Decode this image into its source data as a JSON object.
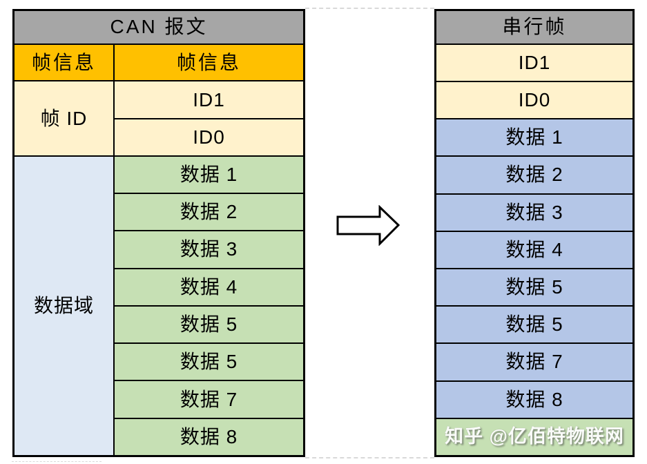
{
  "colors": {
    "header_gray": "#A6A6A6",
    "orange": "#FFC000",
    "cream": "#FFF2CC",
    "pale_blue": "#DEE8F4",
    "green": "#C6E0B4",
    "periwinkle": "#B4C6E7",
    "border_black": "#000000",
    "dashed_guide": "#D9D9D9"
  },
  "left_table": {
    "title": "CAN 报文",
    "col1_labels": {
      "frame_info": "帧信息",
      "frame_id": "帧 ID",
      "data_field": "数据域"
    },
    "rows": [
      "帧信息",
      "ID1",
      "ID0",
      "数据 1",
      "数据 2",
      "数据 3",
      "数据 4",
      "数据 5",
      "数据 5",
      "数据 7",
      "数据 8"
    ]
  },
  "right_table": {
    "title": "串行帧",
    "rows": [
      "ID1",
      "ID0",
      "数据 1",
      "数据 2",
      "数据 3",
      "数据 4",
      "数据 5",
      "数据 5",
      "数据 7",
      "数据 8"
    ]
  },
  "arrow": {
    "icon": "right-block-arrow"
  },
  "watermark": {
    "text": "知乎 @亿佰特物联网"
  }
}
